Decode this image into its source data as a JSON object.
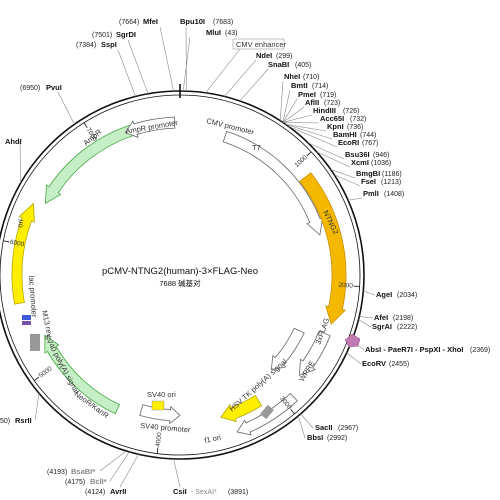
{
  "plasmid": {
    "name": "pCMV-NTNG2(human)-3×FLAG-Neo",
    "length_label": "7688 碱基对",
    "length": 7688
  },
  "ticks": [
    "1000",
    "2000",
    "3000",
    "4000",
    "5000",
    "6000",
    "7000"
  ],
  "features": [
    {
      "label": "CMV enhancer",
      "boxed": true
    },
    {
      "label": "CMV promoter"
    },
    {
      "label": "T7"
    },
    {
      "label": "NTNG2"
    },
    {
      "label": "3xFLAG"
    },
    {
      "label": "WPRE"
    },
    {
      "label": "HSV TK poly(A) signal"
    },
    {
      "label": "f1 ori"
    },
    {
      "label": "SV40 promoter"
    },
    {
      "label": "SV40 ori"
    },
    {
      "label": "NeoR/KanR"
    },
    {
      "label": "SV40 poly(A) signal"
    },
    {
      "label": "M13 rev"
    },
    {
      "label": "lac promoter"
    },
    {
      "label": "ori"
    },
    {
      "label": "AmpR"
    },
    {
      "label": "AmpR promoter"
    }
  ],
  "sites": [
    {
      "name": "Bpu10I",
      "pos": "(7683)"
    },
    {
      "name": "MluI",
      "pos": "(43)"
    },
    {
      "name": "MfeI",
      "pos": "(7664)"
    },
    {
      "name": "SgrDI",
      "pos": "(7501)"
    },
    {
      "name": "SspI",
      "pos": "(7384)"
    },
    {
      "name": "NdeI",
      "pos": "(299)"
    },
    {
      "name": "SnaBI",
      "pos": "(405)"
    },
    {
      "name": "NheI",
      "pos": "(710)"
    },
    {
      "name": "BmtI",
      "pos": "(714)"
    },
    {
      "name": "PmeI",
      "pos": "(719)"
    },
    {
      "name": "AflII",
      "pos": "(723)"
    },
    {
      "name": "HindIII",
      "pos": "(726)"
    },
    {
      "name": "Acc65I",
      "pos": "(732)"
    },
    {
      "name": "KpnI",
      "pos": "(736)"
    },
    {
      "name": "BamHI",
      "pos": "(744)"
    },
    {
      "name": "EcoRI",
      "pos": "(767)"
    },
    {
      "name": "Bsu36I",
      "pos": "(946)"
    },
    {
      "name": "XcmI",
      "pos": "(1036)"
    },
    {
      "name": "BmgBI",
      "pos": "(1186)"
    },
    {
      "name": "FseI",
      "pos": "(1213)"
    },
    {
      "name": "PmlI",
      "pos": "(1408)"
    },
    {
      "name": "AgeI",
      "pos": "(2034)"
    },
    {
      "name": "AfeI",
      "pos": "(2198)"
    },
    {
      "name": "SgrAI",
      "pos": "(2222)"
    },
    {
      "name": "AbsI - PaeR7I - PspXI - XhoI",
      "pos": "(2369)"
    },
    {
      "name": "EcoRV",
      "pos": "(2455)"
    },
    {
      "name": "SacII",
      "pos": "(2967)"
    },
    {
      "name": "BbsI",
      "pos": "(2992)"
    },
    {
      "name": "CsiI",
      "pos": "SexAI*",
      "pos2": "(3891)"
    },
    {
      "name": "AvrII",
      "pos": "(4124)"
    },
    {
      "name": "BclI*",
      "pos": "(4175)"
    },
    {
      "name": "BsaBI*",
      "pos": "(4193)"
    },
    {
      "name": "RsrII",
      "pos": "50)"
    },
    {
      "name": "AhdI",
      "pos": ""
    },
    {
      "name": "PvuI",
      "pos": "(6950)"
    }
  ],
  "colors": {
    "ntng2": "#f5b800",
    "ntng2_stroke": "#c98f00",
    "yellow": "#ffee00",
    "green": "#c6efc6",
    "green_stroke": "#44aa44",
    "white_arrow_stroke": "#666666",
    "flag": "#c07ab0",
    "backbone": "#111111"
  }
}
